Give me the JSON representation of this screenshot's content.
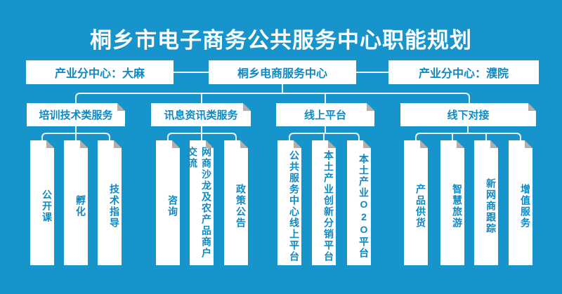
{
  "title": "桐乡市电子商务公共服务中心职能规划",
  "colors": {
    "background": "#1794cb",
    "box_fill": "#ffffff",
    "box_text": "#0f89c4",
    "title_text": "#ffffff",
    "connector_line": "#e7f3fa",
    "fold_corner": "#b3aeaa"
  },
  "top_row": {
    "left": "产业分中心：大麻",
    "center": "桐乡电商服务中心",
    "right": "产业分中心：濮院"
  },
  "branches": [
    {
      "label": "培训技术类服务",
      "children": [
        "公开课",
        "孵化",
        "技术指导"
      ]
    },
    {
      "label": "讯息资讯类服务",
      "children": [
        "咨询",
        "网商沙龙及农产品商户交流",
        "政策公告"
      ]
    },
    {
      "label": "线上平台",
      "children": [
        "公共服务中心线上平台",
        "本土产业创新分销平台",
        "本土产业O2O平台"
      ]
    },
    {
      "label": "线下对接",
      "children": [
        "产品供货",
        "智慧旅游",
        "新网商跟踪",
        "增值服务"
      ]
    }
  ]
}
